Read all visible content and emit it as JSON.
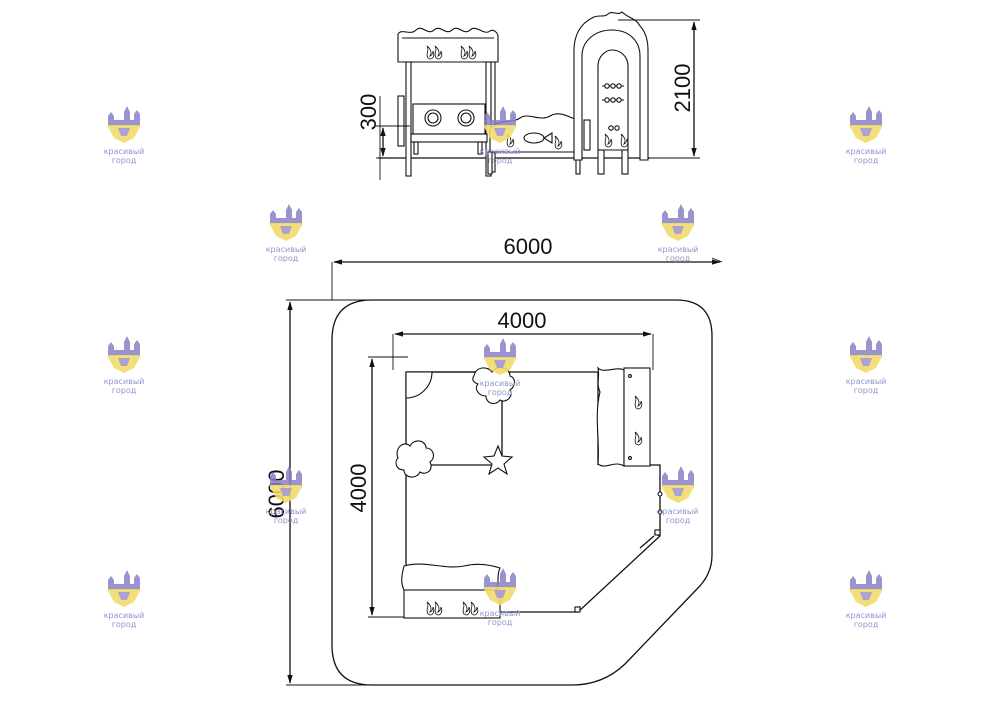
{
  "dimensions": {
    "elevation_platform_height": "300",
    "elevation_total_height": "2100",
    "plan_outer_width": "6000",
    "plan_outer_depth": "6000",
    "plan_inner_width": "4000",
    "plan_inner_depth": "4000"
  },
  "watermark": {
    "brand": "красивый город",
    "line1": "красивый",
    "line2": "город",
    "logo_icon": "castle-logo-icon",
    "colors": {
      "logo_purple": "#8a80c8",
      "logo_yellow": "#f2dc6a",
      "text": "#8f95cc"
    }
  }
}
